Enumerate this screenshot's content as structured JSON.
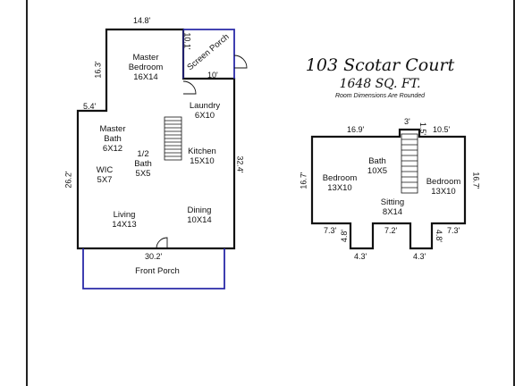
{
  "header": {
    "address": "103 Scotar Court",
    "sqft": "1648 SQ. FT.",
    "note": "Room Dimensions Are Rounded"
  },
  "main_floor": {
    "rooms": {
      "master_bedroom": {
        "name": "Master\nBedroom",
        "size": "16X14"
      },
      "screen_porch": {
        "name": "Screen Porch"
      },
      "laundry": {
        "name": "Laundry",
        "size": "6X10"
      },
      "master_bath": {
        "name": "Master\nBath",
        "size": "6X12"
      },
      "half_bath": {
        "name": "1/2\nBath",
        "size": "5X5"
      },
      "kitchen": {
        "name": "Kitchen",
        "size": "15X10"
      },
      "wic": {
        "name": "WIC",
        "size": "5X7"
      },
      "living": {
        "name": "Living",
        "size": "14X13"
      },
      "dining": {
        "name": "Dining",
        "size": "10X14"
      },
      "front_porch": {
        "name": "Front Porch"
      }
    },
    "dimensions": {
      "top": "14.8'",
      "porch_vertical": "10.1'",
      "porch_width": "10'",
      "left_upper": "16.3'",
      "step": "5.4'",
      "left": "26.2'",
      "right": "32.4'",
      "bottom": "30.2'"
    }
  },
  "upper_floor": {
    "rooms": {
      "bath": {
        "name": "Bath",
        "size": "10X5"
      },
      "bedroom_left": {
        "name": "Bedroom",
        "size": "13X10"
      },
      "bedroom_right": {
        "name": "Bedroom",
        "size": "13X10"
      },
      "sitting": {
        "name": "Sitting",
        "size": "8X14"
      }
    },
    "dimensions": {
      "top_left": "16.9'",
      "stair_width": "3'",
      "stair_depth": "1.5'",
      "top_right": "10.5'",
      "left": "16.7'",
      "right": "16.7'",
      "notch_left_width": "7.3'",
      "notch_left_depth": "4.8'",
      "center": "7.2'",
      "notch_right_depth": "4.8'",
      "notch_right_width": "7.3'",
      "bottom_left": "4.3'",
      "bottom_right": "4.3'"
    }
  },
  "colors": {
    "wall": "#111111",
    "porch_outline": "#2a2aa8"
  }
}
